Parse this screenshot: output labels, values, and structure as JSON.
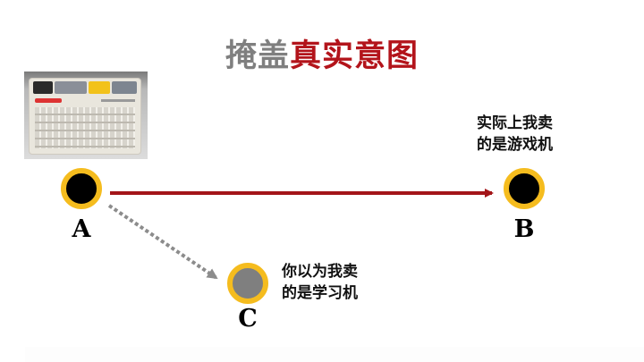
{
  "title": {
    "part_gray": "掩盖",
    "part_red": "真实意图"
  },
  "colors": {
    "title_gray": "#7f7f7f",
    "title_red": "#b3141b",
    "node_ring": "#f5bc1e",
    "node_fill_dark": "#000000",
    "node_fill_gray": "#7f7f7f",
    "arrow_solid": "#a31519",
    "arrow_dotted": "#8c8c8c"
  },
  "image": {
    "description": "keyboard-photo"
  },
  "nodes": [
    {
      "id": "A",
      "label": "A",
      "style": "dark"
    },
    {
      "id": "B",
      "label": "B",
      "style": "dark",
      "note_line1": "实际上我卖",
      "note_line2": "的是游戏机"
    },
    {
      "id": "C",
      "label": "C",
      "style": "gray",
      "note_line1": "你以为我卖",
      "note_line2": "的是学习机"
    }
  ],
  "edges": [
    {
      "from": "A",
      "to": "B",
      "style": "solid"
    },
    {
      "from": "A",
      "to": "C",
      "style": "dotted"
    }
  ]
}
